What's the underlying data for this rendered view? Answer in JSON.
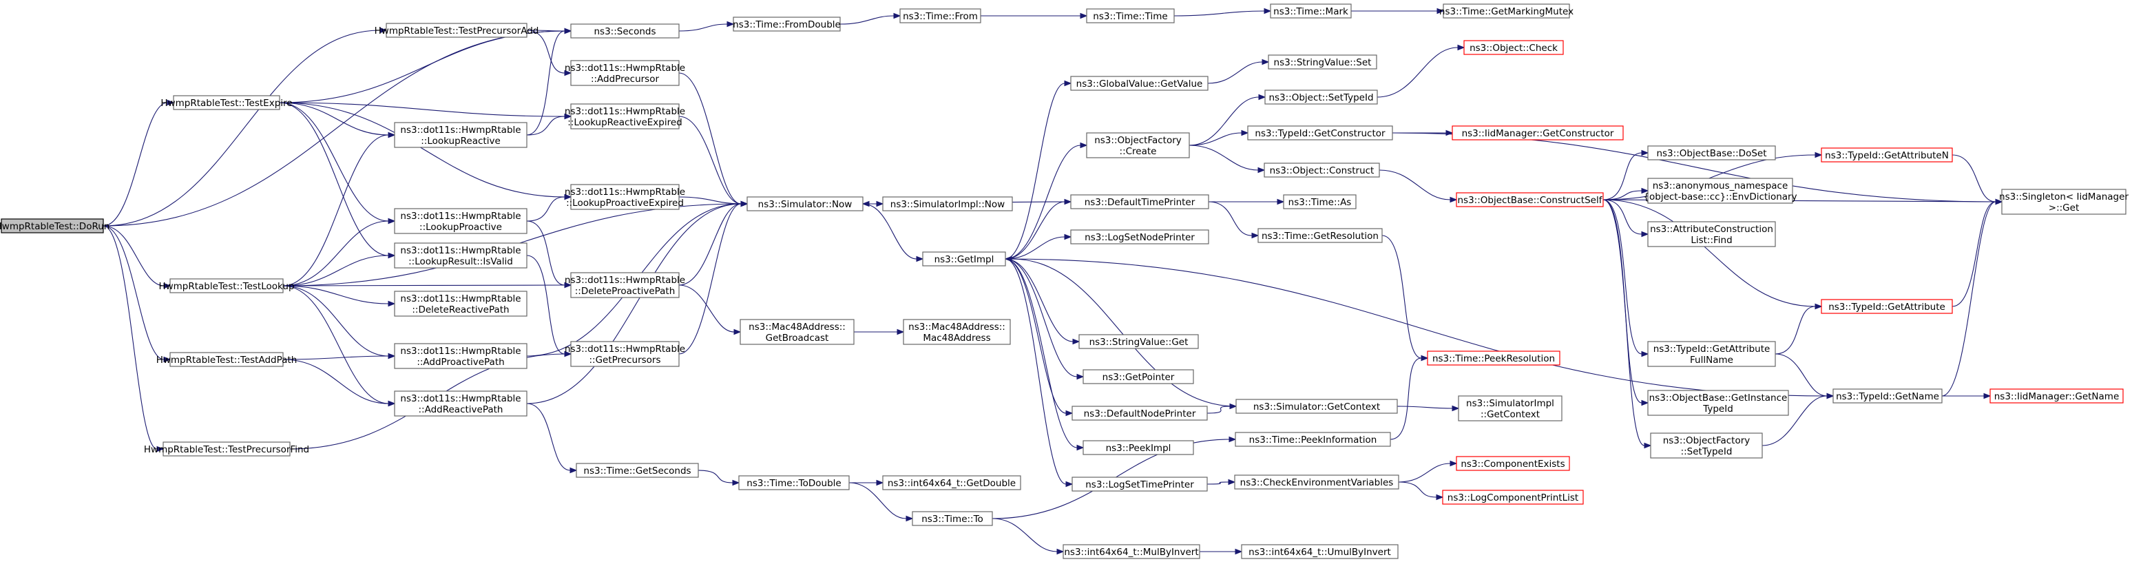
{
  "nodes": [
    {
      "id": "doRun",
      "label": [
        "HwmpRtableTest::DoRun"
      ],
      "root": true
    },
    {
      "id": "testExpire",
      "label": [
        "HwmpRtableTest::TestExpire"
      ]
    },
    {
      "id": "testLookup",
      "label": [
        "HwmpRtableTest::TestLookup"
      ]
    },
    {
      "id": "testAddPath",
      "label": [
        "HwmpRtableTest::TestAddPath"
      ]
    },
    {
      "id": "testPrecursorFind",
      "label": [
        "HwmpRtableTest::TestPrecursorFind"
      ]
    },
    {
      "id": "testPrecursorAdd",
      "label": [
        "HwmpRtableTest::TestPrecursorAdd"
      ]
    },
    {
      "id": "seconds",
      "label": [
        "ns3::Seconds"
      ]
    },
    {
      "id": "addPrecursor",
      "label": [
        "ns3::dot11s::HwmpRtable",
        "::AddPrecursor"
      ]
    },
    {
      "id": "lookupReactiveExpired",
      "label": [
        "ns3::dot11s::HwmpRtable",
        "::LookupReactiveExpired"
      ]
    },
    {
      "id": "lookupReactive",
      "label": [
        "ns3::dot11s::HwmpRtable",
        "::LookupReactive"
      ]
    },
    {
      "id": "lookupProactiveExpired",
      "label": [
        "ns3::dot11s::HwmpRtable",
        "::LookupProactiveExpired"
      ]
    },
    {
      "id": "lookupProactive",
      "label": [
        "ns3::dot11s::HwmpRtable",
        "::LookupProactive"
      ]
    },
    {
      "id": "isValid",
      "label": [
        "ns3::dot11s::HwmpRtable",
        "::LookupResult::IsValid"
      ]
    },
    {
      "id": "deleteProactivePath",
      "label": [
        "ns3::dot11s::HwmpRtable",
        "::DeleteProactivePath"
      ]
    },
    {
      "id": "deleteReactivePath",
      "label": [
        "ns3::dot11s::HwmpRtable",
        "::DeleteReactivePath"
      ]
    },
    {
      "id": "addProactivePath",
      "label": [
        "ns3::dot11s::HwmpRtable",
        "::AddProactivePath"
      ]
    },
    {
      "id": "getPrecursors",
      "label": [
        "ns3::dot11s::HwmpRtable",
        "::GetPrecursors"
      ]
    },
    {
      "id": "addReactivePath",
      "label": [
        "ns3::dot11s::HwmpRtable",
        "::AddReactivePath"
      ]
    },
    {
      "id": "fromDouble",
      "label": [
        "ns3::Time::FromDouble"
      ]
    },
    {
      "id": "timeFrom",
      "label": [
        "ns3::Time::From"
      ]
    },
    {
      "id": "timeTime",
      "label": [
        "ns3::Time::Time"
      ]
    },
    {
      "id": "timeMark",
      "label": [
        "ns3::Time::Mark"
      ]
    },
    {
      "id": "markingMutex",
      "label": [
        "ns3::Time::GetMarkingMutex"
      ]
    },
    {
      "id": "simNow",
      "label": [
        "ns3::Simulator::Now"
      ]
    },
    {
      "id": "simImplNow",
      "label": [
        "ns3::SimulatorImpl::Now"
      ]
    },
    {
      "id": "getBroadcast",
      "label": [
        "ns3::Mac48Address::",
        "GetBroadcast"
      ]
    },
    {
      "id": "macCtor",
      "label": [
        "ns3::Mac48Address::",
        "Mac48Address"
      ]
    },
    {
      "id": "getSeconds",
      "label": [
        "ns3::Time::GetSeconds"
      ]
    },
    {
      "id": "toDouble",
      "label": [
        "ns3::Time::ToDouble"
      ]
    },
    {
      "id": "int64GetDouble",
      "label": [
        "ns3::int64x64_t::GetDouble"
      ]
    },
    {
      "id": "timeTo",
      "label": [
        "ns3::Time::To"
      ]
    },
    {
      "id": "mulByInvert",
      "label": [
        "ns3::int64x64_t::MulByInvert"
      ]
    },
    {
      "id": "umulByInvert",
      "label": [
        "ns3::int64x64_t::UmulByInvert"
      ]
    },
    {
      "id": "globalValueGet",
      "label": [
        "ns3::GlobalValue::GetValue"
      ]
    },
    {
      "id": "stringValueSet",
      "label": [
        "ns3::StringValue::Set"
      ]
    },
    {
      "id": "objectCheck",
      "label": [
        "ns3::Object::Check"
      ],
      "red": true
    },
    {
      "id": "objectSetTypeId",
      "label": [
        "ns3::Object::SetTypeId"
      ]
    },
    {
      "id": "objectFactoryCreate",
      "label": [
        "ns3::ObjectFactory",
        "::Create"
      ]
    },
    {
      "id": "typeIdGetConstructor",
      "label": [
        "ns3::TypeId::GetConstructor"
      ]
    },
    {
      "id": "iidGetConstructor",
      "label": [
        "ns3::IidManager::GetConstructor"
      ],
      "red": true
    },
    {
      "id": "objectConstruct",
      "label": [
        "ns3::Object::Construct"
      ]
    },
    {
      "id": "defaultTimePrinter",
      "label": [
        "ns3::DefaultTimePrinter"
      ]
    },
    {
      "id": "timeAs",
      "label": [
        "ns3::Time::As"
      ]
    },
    {
      "id": "timeGetResolution",
      "label": [
        "ns3::Time::GetResolution"
      ]
    },
    {
      "id": "logSetNodePrinter",
      "label": [
        "ns3::LogSetNodePrinter"
      ]
    },
    {
      "id": "getImpl",
      "label": [
        "ns3::GetImpl"
      ]
    },
    {
      "id": "stringValueGet",
      "label": [
        "ns3::StringValue::Get"
      ]
    },
    {
      "id": "getPointer",
      "label": [
        "ns3::GetPointer"
      ]
    },
    {
      "id": "defaultNodePrinter",
      "label": [
        "ns3::DefaultNodePrinter"
      ]
    },
    {
      "id": "peekImpl",
      "label": [
        "ns3::PeekImpl"
      ]
    },
    {
      "id": "logSetTimePrinter",
      "label": [
        "ns3::LogSetTimePrinter"
      ]
    },
    {
      "id": "peekResolution",
      "label": [
        "ns3::Time::PeekResolution"
      ],
      "red": true
    },
    {
      "id": "simGetContext",
      "label": [
        "ns3::Simulator::GetContext"
      ]
    },
    {
      "id": "simImplGetContext",
      "label": [
        "ns3::SimulatorImpl",
        "::GetContext"
      ]
    },
    {
      "id": "peekInformation",
      "label": [
        "ns3::Time::PeekInformation"
      ]
    },
    {
      "id": "checkEnv",
      "label": [
        "ns3::CheckEnvironmentVariables"
      ]
    },
    {
      "id": "componentExists",
      "label": [
        "ns3::ComponentExists"
      ],
      "red": true
    },
    {
      "id": "logComponentPrintList",
      "label": [
        "ns3::LogComponentPrintList"
      ],
      "red": true
    },
    {
      "id": "constructSelf",
      "label": [
        "ns3::ObjectBase::ConstructSelf"
      ],
      "red": true
    },
    {
      "id": "doSet",
      "label": [
        "ns3::ObjectBase::DoSet"
      ]
    },
    {
      "id": "envDictionary",
      "label": [
        "ns3::anonymous_namespace",
        "{object-base::cc}::EnvDictionary"
      ]
    },
    {
      "id": "attrListFind",
      "label": [
        "ns3::AttributeConstruction",
        "List::Find"
      ]
    },
    {
      "id": "getAttrFullName",
      "label": [
        "ns3::TypeId::GetAttribute",
        "FullName"
      ]
    },
    {
      "id": "getInstanceTypeId",
      "label": [
        "ns3::ObjectBase::GetInstance",
        "TypeId"
      ]
    },
    {
      "id": "factorySetTypeId",
      "label": [
        "ns3::ObjectFactory",
        "::SetTypeId"
      ]
    },
    {
      "id": "getAttributeN",
      "label": [
        "ns3::TypeId::GetAttributeN"
      ],
      "red": true
    },
    {
      "id": "getAttribute",
      "label": [
        "ns3::TypeId::GetAttribute"
      ],
      "red": true
    },
    {
      "id": "typeIdGetName",
      "label": [
        "ns3::TypeId::GetName"
      ]
    },
    {
      "id": "iidGetName",
      "label": [
        "ns3::IidManager::GetName"
      ],
      "red": true
    },
    {
      "id": "singletonGet",
      "label": [
        "ns3::Singleton< IidManager",
        " >::Get"
      ]
    }
  ],
  "edges": [
    [
      "doRun",
      "seconds"
    ],
    [
      "doRun",
      "testPrecursorAdd"
    ],
    [
      "doRun",
      "testExpire"
    ],
    [
      "doRun",
      "testLookup"
    ],
    [
      "doRun",
      "testAddPath"
    ],
    [
      "doRun",
      "testPrecursorFind"
    ],
    [
      "testPrecursorAdd",
      "seconds"
    ],
    [
      "testPrecursorAdd",
      "addPrecursor"
    ],
    [
      "testExpire",
      "seconds"
    ],
    [
      "testExpire",
      "lookupReactiveExpired"
    ],
    [
      "testExpire",
      "lookupReactive"
    ],
    [
      "testExpire",
      "lookupProactiveExpired"
    ],
    [
      "testExpire",
      "lookupProactive"
    ],
    [
      "testExpire",
      "isValid"
    ],
    [
      "testLookup",
      "lookupReactive"
    ],
    [
      "testLookup",
      "lookupProactive"
    ],
    [
      "testLookup",
      "isValid"
    ],
    [
      "testLookup",
      "deleteReactivePath"
    ],
    [
      "testLookup",
      "deleteProactivePath"
    ],
    [
      "testLookup",
      "addProactivePath"
    ],
    [
      "testLookup",
      "addReactivePath"
    ],
    [
      "testLookup",
      "simNow"
    ],
    [
      "testAddPath",
      "addProactivePath"
    ],
    [
      "testAddPath",
      "addReactivePath"
    ],
    [
      "testPrecursorFind",
      "getPrecursors"
    ],
    [
      "seconds",
      "fromDouble"
    ],
    [
      "fromDouble",
      "timeFrom"
    ],
    [
      "timeFrom",
      "timeTime"
    ],
    [
      "timeTime",
      "timeMark"
    ],
    [
      "timeMark",
      "markingMutex"
    ],
    [
      "addPrecursor",
      "simNow"
    ],
    [
      "lookupReactive",
      "lookupReactiveExpired"
    ],
    [
      "lookupReactive",
      "seconds"
    ],
    [
      "lookupReactiveExpired",
      "simNow"
    ],
    [
      "lookupProactive",
      "lookupProactiveExpired"
    ],
    [
      "lookupProactiveExpired",
      "simNow"
    ],
    [
      "deleteProactivePath",
      "getBroadcast"
    ],
    [
      "deleteProactivePath",
      "simNow"
    ],
    [
      "lookupProactive",
      "deleteProactivePath"
    ],
    [
      "addProactivePath",
      "simNow"
    ],
    [
      "addReactivePath",
      "simNow"
    ],
    [
      "addReactivePath",
      "getSeconds"
    ],
    [
      "getPrecursors",
      "simNow"
    ],
    [
      "isValid",
      "getPrecursors"
    ],
    [
      "simNow",
      "simImplNow"
    ],
    [
      "simNow",
      "getImpl"
    ],
    [
      "getBroadcast",
      "macCtor"
    ],
    [
      "getSeconds",
      "toDouble"
    ],
    [
      "toDouble",
      "int64GetDouble"
    ],
    [
      "toDouble",
      "timeTo"
    ],
    [
      "timeTo",
      "mulByInvert"
    ],
    [
      "timeTo",
      "peekInformation"
    ],
    [
      "mulByInvert",
      "umulByInvert"
    ],
    [
      "getImpl",
      "globalValueGet"
    ],
    [
      "getImpl",
      "objectFactoryCreate"
    ],
    [
      "getImpl",
      "defaultTimePrinter"
    ],
    [
      "getImpl",
      "logSetNodePrinter"
    ],
    [
      "getImpl",
      "stringValueGet"
    ],
    [
      "getImpl",
      "getPointer"
    ],
    [
      "getImpl",
      "defaultNodePrinter"
    ],
    [
      "getImpl",
      "peekImpl"
    ],
    [
      "getImpl",
      "logSetTimePrinter"
    ],
    [
      "getImpl",
      "typeIdGetName"
    ],
    [
      "globalValueGet",
      "stringValueSet"
    ],
    [
      "objectFactoryCreate",
      "objectSetTypeId"
    ],
    [
      "objectFactoryCreate",
      "typeIdGetConstructor"
    ],
    [
      "objectFactoryCreate",
      "objectConstruct"
    ],
    [
      "objectSetTypeId",
      "objectCheck"
    ],
    [
      "typeIdGetConstructor",
      "iidGetConstructor"
    ],
    [
      "typeIdGetConstructor",
      "singletonGet"
    ],
    [
      "objectConstruct",
      "constructSelf"
    ],
    [
      "defaultTimePrinter",
      "simNow"
    ],
    [
      "defaultTimePrinter",
      "timeAs"
    ],
    [
      "defaultTimePrinter",
      "timeGetResolution"
    ],
    [
      "timeGetResolution",
      "peekResolution"
    ],
    [
      "defaultNodePrinter",
      "simGetContext"
    ],
    [
      "simGetContext",
      "getImpl"
    ],
    [
      "simGetContext",
      "simImplGetContext"
    ],
    [
      "logSetTimePrinter",
      "checkEnv"
    ],
    [
      "peekInformation",
      "peekResolution"
    ],
    [
      "checkEnv",
      "componentExists"
    ],
    [
      "checkEnv",
      "logComponentPrintList"
    ],
    [
      "constructSelf",
      "doSet"
    ],
    [
      "constructSelf",
      "envDictionary"
    ],
    [
      "constructSelf",
      "attrListFind"
    ],
    [
      "constructSelf",
      "getAttributeN"
    ],
    [
      "constructSelf",
      "getAttribute"
    ],
    [
      "constructSelf",
      "getAttrFullName"
    ],
    [
      "constructSelf",
      "getInstanceTypeId"
    ],
    [
      "constructSelf",
      "factorySetTypeId"
    ],
    [
      "constructSelf",
      "singletonGet"
    ],
    [
      "getAttributeN",
      "singletonGet"
    ],
    [
      "getAttribute",
      "singletonGet"
    ],
    [
      "getAttrFullName",
      "typeIdGetName"
    ],
    [
      "getAttrFullName",
      "getAttribute"
    ],
    [
      "factorySetTypeId",
      "typeIdGetName"
    ],
    [
      "typeIdGetName",
      "iidGetName"
    ],
    [
      "typeIdGetName",
      "singletonGet"
    ]
  ]
}
